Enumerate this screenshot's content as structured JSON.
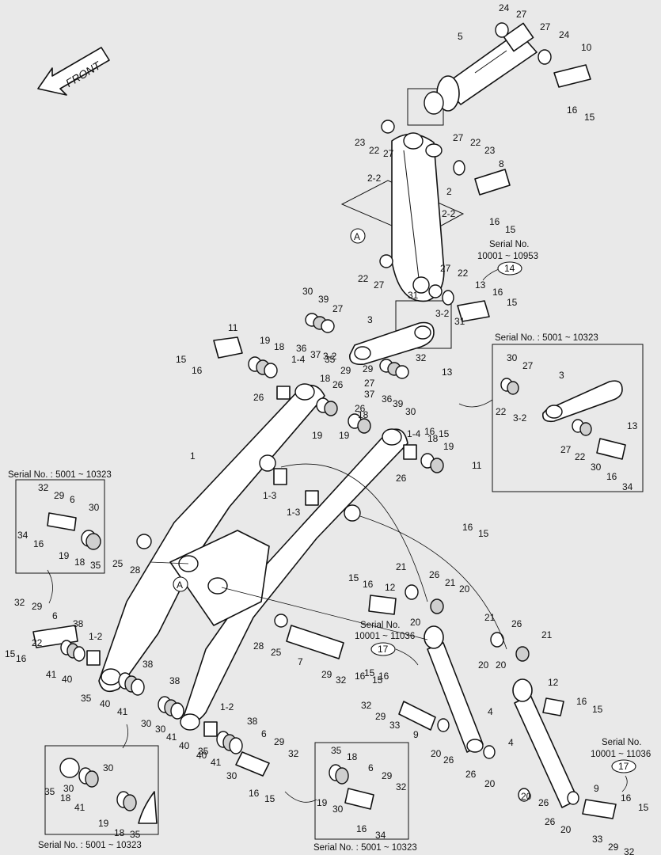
{
  "front_label": "FRONT",
  "ref_a": "A",
  "callouts": {
    "c14": "14",
    "c17a": "17",
    "c17b": "17"
  },
  "serial_notes": {
    "sn_14_label": "Serial No.",
    "sn_14_range": "10001 ~ 10953",
    "box_right": "Serial No. : 5001 ~ 10323",
    "box_left": "Serial No. : 5001 ~ 10323",
    "box_bottom_left": "Serial No. : 5001 ~ 10323",
    "box_bottom_center": "Serial No. : 5001 ~ 10323",
    "sn_17a_label": "Serial No.",
    "sn_17a_range": "10001 ~ 11036",
    "sn_17b_label": "Serial No.",
    "sn_17b_range": "10001 ~ 11036"
  },
  "labels": [
    {
      "t": "24"
    },
    {
      "t": "27"
    },
    {
      "t": "5"
    },
    {
      "t": "27"
    },
    {
      "t": "24"
    },
    {
      "t": "10"
    },
    {
      "t": "16"
    },
    {
      "t": "15"
    },
    {
      "t": "23"
    },
    {
      "t": "22"
    },
    {
      "t": "27"
    },
    {
      "t": "27"
    },
    {
      "t": "22"
    },
    {
      "t": "23"
    },
    {
      "t": "8"
    },
    {
      "t": "2-2"
    },
    {
      "t": "2"
    },
    {
      "t": "2-2"
    },
    {
      "t": "16"
    },
    {
      "t": "15"
    },
    {
      "t": "22"
    },
    {
      "t": "27"
    },
    {
      "t": "27"
    },
    {
      "t": "22"
    },
    {
      "t": "13"
    },
    {
      "t": "16"
    },
    {
      "t": "15"
    },
    {
      "t": "31"
    },
    {
      "t": "3"
    },
    {
      "t": "3-2"
    },
    {
      "t": "31"
    },
    {
      "t": "29"
    },
    {
      "t": "32"
    },
    {
      "t": "30"
    },
    {
      "t": "39"
    },
    {
      "t": "27"
    },
    {
      "t": "36"
    },
    {
      "t": "37"
    },
    {
      "t": "3-2"
    },
    {
      "t": "35"
    },
    {
      "t": "29"
    },
    {
      "t": "27"
    },
    {
      "t": "37"
    },
    {
      "t": "36"
    },
    {
      "t": "39"
    },
    {
      "t": "30"
    },
    {
      "t": "13"
    },
    {
      "t": "11"
    },
    {
      "t": "19"
    },
    {
      "t": "18"
    },
    {
      "t": "15"
    },
    {
      "t": "16"
    },
    {
      "t": "1-4"
    },
    {
      "t": "26"
    },
    {
      "t": "18"
    },
    {
      "t": "26"
    },
    {
      "t": "19"
    },
    {
      "t": "26"
    },
    {
      "t": "18"
    },
    {
      "t": "19"
    },
    {
      "t": "1-4"
    },
    {
      "t": "18"
    },
    {
      "t": "19"
    },
    {
      "t": "26"
    },
    {
      "t": "11"
    },
    {
      "t": "16"
    },
    {
      "t": "15"
    },
    {
      "t": "16"
    },
    {
      "t": "15"
    },
    {
      "t": "1"
    },
    {
      "t": "1-3"
    },
    {
      "t": "1-3"
    },
    {
      "t": "30"
    },
    {
      "t": "27"
    },
    {
      "t": "3"
    },
    {
      "t": "22"
    },
    {
      "t": "3-2"
    },
    {
      "t": "13"
    },
    {
      "t": "27"
    },
    {
      "t": "22"
    },
    {
      "t": "30"
    },
    {
      "t": "16"
    },
    {
      "t": "34"
    },
    {
      "t": "32"
    },
    {
      "t": "29"
    },
    {
      "t": "6"
    },
    {
      "t": "30"
    },
    {
      "t": "34"
    },
    {
      "t": "16"
    },
    {
      "t": "19"
    },
    {
      "t": "18"
    },
    {
      "t": "35"
    },
    {
      "t": "25"
    },
    {
      "t": "28"
    },
    {
      "t": "15"
    },
    {
      "t": "16"
    },
    {
      "t": "12"
    },
    {
      "t": "21"
    },
    {
      "t": "26"
    },
    {
      "t": "20"
    },
    {
      "t": "21"
    },
    {
      "t": "20"
    },
    {
      "t": "32"
    },
    {
      "t": "29"
    },
    {
      "t": "6"
    },
    {
      "t": "38"
    },
    {
      "t": "1-2"
    },
    {
      "t": "15"
    },
    {
      "t": "16"
    },
    {
      "t": "22"
    },
    {
      "t": "41"
    },
    {
      "t": "40"
    },
    {
      "t": "28"
    },
    {
      "t": "25"
    },
    {
      "t": "7"
    },
    {
      "t": "29"
    },
    {
      "t": "32"
    },
    {
      "t": "16"
    },
    {
      "t": "15"
    },
    {
      "t": "21"
    },
    {
      "t": "26"
    },
    {
      "t": "20"
    },
    {
      "t": "21"
    },
    {
      "t": "20"
    },
    {
      "t": "35"
    },
    {
      "t": "40"
    },
    {
      "t": "41"
    },
    {
      "t": "38"
    },
    {
      "t": "30"
    },
    {
      "t": "38"
    },
    {
      "t": "30"
    },
    {
      "t": "41"
    },
    {
      "t": "40"
    },
    {
      "t": "35"
    },
    {
      "t": "1-2"
    },
    {
      "t": "15"
    },
    {
      "t": "16"
    },
    {
      "t": "32"
    },
    {
      "t": "29"
    },
    {
      "t": "33"
    },
    {
      "t": "9"
    },
    {
      "t": "4"
    },
    {
      "t": "12"
    },
    {
      "t": "16"
    },
    {
      "t": "15"
    },
    {
      "t": "4"
    },
    {
      "t": "38"
    },
    {
      "t": "6"
    },
    {
      "t": "29"
    },
    {
      "t": "32"
    },
    {
      "t": "40"
    },
    {
      "t": "41"
    },
    {
      "t": "30"
    },
    {
      "t": "16"
    },
    {
      "t": "15"
    },
    {
      "t": "20"
    },
    {
      "t": "26"
    },
    {
      "t": "26"
    },
    {
      "t": "20"
    },
    {
      "t": "30"
    },
    {
      "t": "30"
    },
    {
      "t": "35"
    },
    {
      "t": "18"
    },
    {
      "t": "41"
    },
    {
      "t": "19"
    },
    {
      "t": "18"
    },
    {
      "t": "35"
    },
    {
      "t": "35"
    },
    {
      "t": "18"
    },
    {
      "t": "6"
    },
    {
      "t": "29"
    },
    {
      "t": "32"
    },
    {
      "t": "19"
    },
    {
      "t": "30"
    },
    {
      "t": "16"
    },
    {
      "t": "34"
    },
    {
      "t": "20"
    },
    {
      "t": "26"
    },
    {
      "t": "26"
    },
    {
      "t": "20"
    },
    {
      "t": "9"
    },
    {
      "t": "16"
    },
    {
      "t": "15"
    },
    {
      "t": "33"
    },
    {
      "t": "29"
    },
    {
      "t": "32"
    }
  ]
}
